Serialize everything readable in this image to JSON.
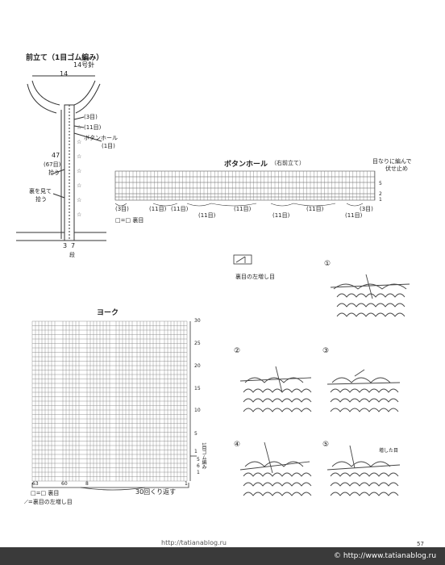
{
  "front_band": {
    "title": "前立て（1目ゴム編み）",
    "needle": "14号針",
    "width": "14",
    "count_3": "(3目)",
    "count_11": "(11目)",
    "buttonhole": "ボタンホール",
    "buttonhole_sub": "(1目)",
    "height": "47",
    "rows": "(67目)",
    "pick": "拾う",
    "back_pick": "裏を見て",
    "back_pick2": "拾う",
    "bottom_a": "3",
    "bottom_b": "7",
    "bottom_c": "段"
  },
  "buttonhole_chart": {
    "title": "ボタンホール",
    "subtitle": "（右前立て）",
    "note1": "目なりに編んで",
    "note2": "伏せ止め",
    "counts": [
      "(3目)",
      "(11目)",
      "(11目)",
      "(11目)",
      "(11目)",
      "(11目)",
      "(11目)",
      "(11目)",
      "(3目)"
    ],
    "row_5": "5",
    "row_2": "2",
    "row_1": "1",
    "legend": "□=□ 裏目"
  },
  "increase": {
    "title": "裏目の左増し目",
    "steps": [
      "①",
      "②",
      "③",
      "④",
      "⑤"
    ],
    "added_stitch": "増した目"
  },
  "yoke": {
    "title": "ヨーク",
    "row_labels": [
      "30",
      "25",
      "20",
      "15",
      "10",
      "5",
      "1"
    ],
    "rib_label": "1目ゴム編み",
    "left_labels": [
      "5",
      "6",
      "1"
    ],
    "repeat": "30回くり返す",
    "col_labels": [
      "63",
      "60",
      "8",
      "1"
    ],
    "legend1": "□=□ 裏目",
    "legend2": "⟋=裏目の左増し目"
  },
  "footer": {
    "url_center": "http://tatianablog.ru",
    "page": "57",
    "url_right": "© http://www.tatianablog.ru"
  }
}
